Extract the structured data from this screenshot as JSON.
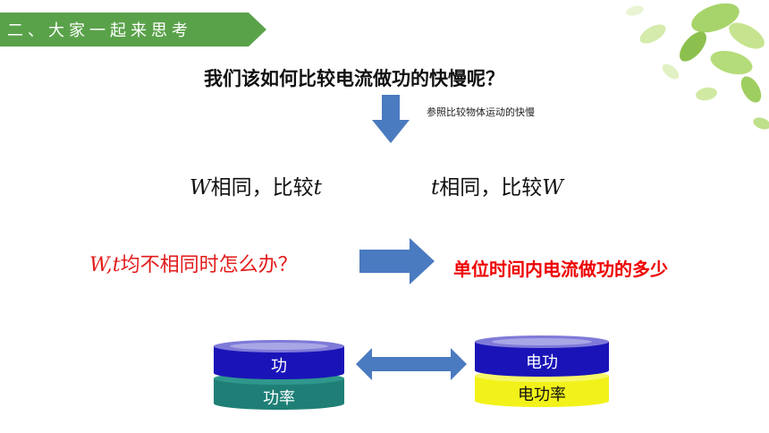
{
  "banner": {
    "text": "二、大家一起来思考"
  },
  "question": "我们该如何比较电流做功的快慢呢？",
  "hint": "参照比较物体运动的快慢",
  "compare_left": {
    "var": "W",
    "text": "相同，比较",
    "var2": "t"
  },
  "compare_right": {
    "var": "t",
    "text": "相同，比较",
    "var2": "W"
  },
  "case": {
    "vars": "W,t",
    "text": "均不相同时怎么办？"
  },
  "answer": "单位时间内电流做功的多少",
  "left_stack": {
    "top": "功",
    "bottom": "功率"
  },
  "right_stack": {
    "top": "电功",
    "bottom": "电功率"
  },
  "colors": {
    "banner": "#5aa24a",
    "blue_disc": "#1a14b8",
    "teal_disc": "#1f7f76",
    "yellow_disc": "#f2f21a",
    "arrow": "#4a7ac0"
  }
}
